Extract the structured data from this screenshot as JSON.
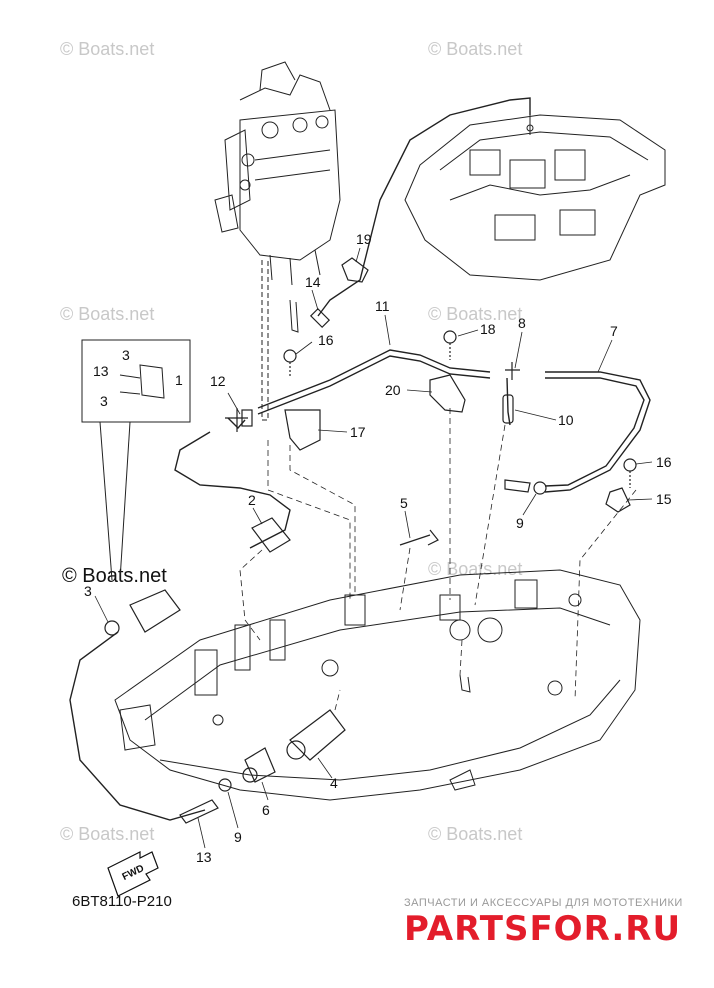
{
  "diagram": {
    "part_code": "6BT8110-P210",
    "fwd_label": "FWD",
    "watermark": "© Boats.net",
    "dealer": {
      "subtitle": "ЗАПЧАСТИ И АКСЕССУАРЫ ДЛЯ МОТОТЕХНИКИ",
      "logo": "PARTSFOR.RU"
    },
    "callouts": {
      "c1": "1",
      "c2": "2",
      "c3a": "3",
      "c3b": "3",
      "c3c": "3",
      "c4": "4",
      "c5": "5",
      "c6": "6",
      "c7": "7",
      "c8": "8",
      "c9a": "9",
      "c9b": "9",
      "c10": "10",
      "c11": "11",
      "c12": "12",
      "c13a": "13",
      "c13b": "13",
      "c14": "14",
      "c15": "15",
      "c16a": "16",
      "c16b": "16",
      "c17": "17",
      "c18": "18",
      "c19": "19",
      "c20": "20"
    }
  },
  "colors": {
    "line": "#222222",
    "watermark": "#c8c8c8",
    "brand": "#e31d2b"
  }
}
